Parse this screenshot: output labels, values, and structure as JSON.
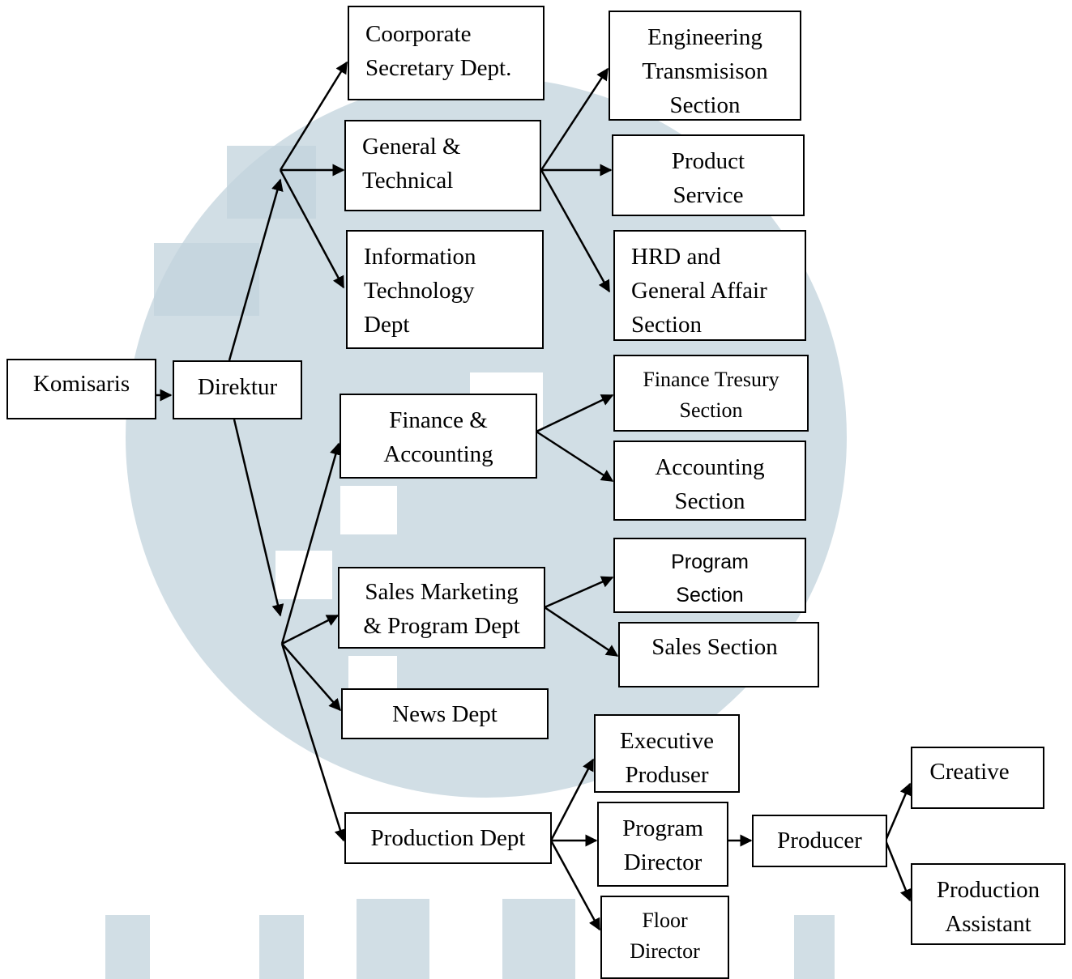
{
  "colors": {
    "watermark": "#c2d3dc",
    "line": "#000000"
  },
  "nodes": {
    "komisaris": "Komisaris",
    "direktur": "Direktur",
    "corporate": "Coorporate\nSecretary Dept.",
    "general": "General &\nTechnical",
    "it": "Information\nTechnology\nDept",
    "finance": "Finance &\nAccounting",
    "sales_marketing": "Sales Marketing\n& Program Dept",
    "news": "News Dept",
    "production": "Production Dept",
    "engineering": "Engineering\nTransmisison\nSection",
    "product_service": "Product\nService",
    "hrd": "HRD and\nGeneral Affair\nSection",
    "finance_tresury": "Finance Tresury\nSection",
    "accounting": "Accounting\nSection",
    "program_section": "Program\nSection",
    "sales_section": "Sales Section",
    "exec_produser": "Executive\nProduser",
    "program_director": "Program\nDirector",
    "floor_director": "Floor\nDirector",
    "producer": "Producer",
    "creative": "Creative",
    "production_assistant": "Production\nAssistant"
  }
}
